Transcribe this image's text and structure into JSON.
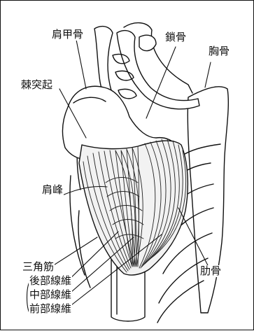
{
  "labels": {
    "shoulder_blade": "肩甲骨",
    "collarbone": "鎖骨",
    "breastbone": "胸骨",
    "spine_of_scapula": "棘突起",
    "acromion": "肩峰",
    "deltoid": "三角筋",
    "posterior_fibers": "後部線維",
    "middle_fibers": "中部線維",
    "anterior_fibers": "前部線維",
    "ribs": "肋骨"
  },
  "colors": {
    "line": "#111111",
    "background": "#ffffff",
    "muscle_fill": "#f2f2f2"
  }
}
